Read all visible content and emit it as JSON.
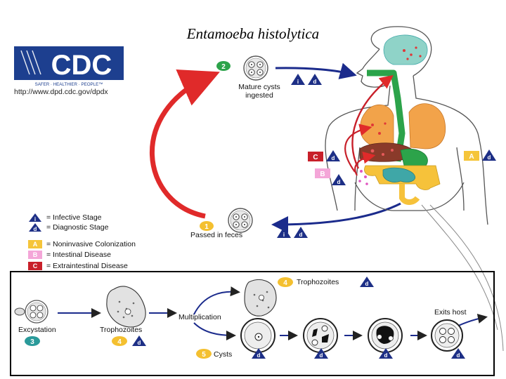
{
  "title": "Entamoeba histolytica",
  "logo": {
    "letters": "CDC",
    "tagline": "SAFER · HEALTHIER · PEOPLE™",
    "url": "http://www.dpd.cdc.gov/dpdx",
    "brand_color": "#1d3f8f"
  },
  "stage_symbols": {
    "infective": "i",
    "diagnostic": "d"
  },
  "steps": {
    "step2": {
      "number": "2",
      "label_line1": "Mature cysts",
      "label_line2": "ingested"
    },
    "step1": {
      "number": "1",
      "label": "Passed in feces"
    }
  },
  "legend": {
    "infective": {
      "symbol": "i",
      "label": "= Infective Stage"
    },
    "diagnostic": {
      "symbol": "d",
      "label": "= Diagnostic Stage"
    },
    "a": {
      "letter": "A",
      "label": "= Noninvasive Colonization",
      "color": "#f5c53a"
    },
    "b": {
      "letter": "B",
      "label": "= Intestinal Disease",
      "color": "#f4a6d8"
    },
    "c": {
      "letter": "C",
      "label": "= Extraintestinal Disease",
      "color": "#c8202a"
    }
  },
  "body_markers": {
    "a": "A",
    "b": "B",
    "c": "C"
  },
  "lifecycle": {
    "excystation": {
      "label": "Excystation",
      "number": "3"
    },
    "trophozoites_left": {
      "label": "Trophozoites",
      "number": "4"
    },
    "multiplication": "Multiplication",
    "trophozoites_top": {
      "label": "Trophozoites",
      "number": "4"
    },
    "cysts": {
      "label": "Cysts",
      "number": "5"
    },
    "exits_host": "Exits host"
  },
  "colors": {
    "arrow_red": "#e02a2a",
    "arrow_blue": "#1b2b8c",
    "step_green": "#2ca34a",
    "step_yellow": "#f4c030",
    "step_teal": "#2a9a9a",
    "marker_blue": "#1d2f86"
  }
}
